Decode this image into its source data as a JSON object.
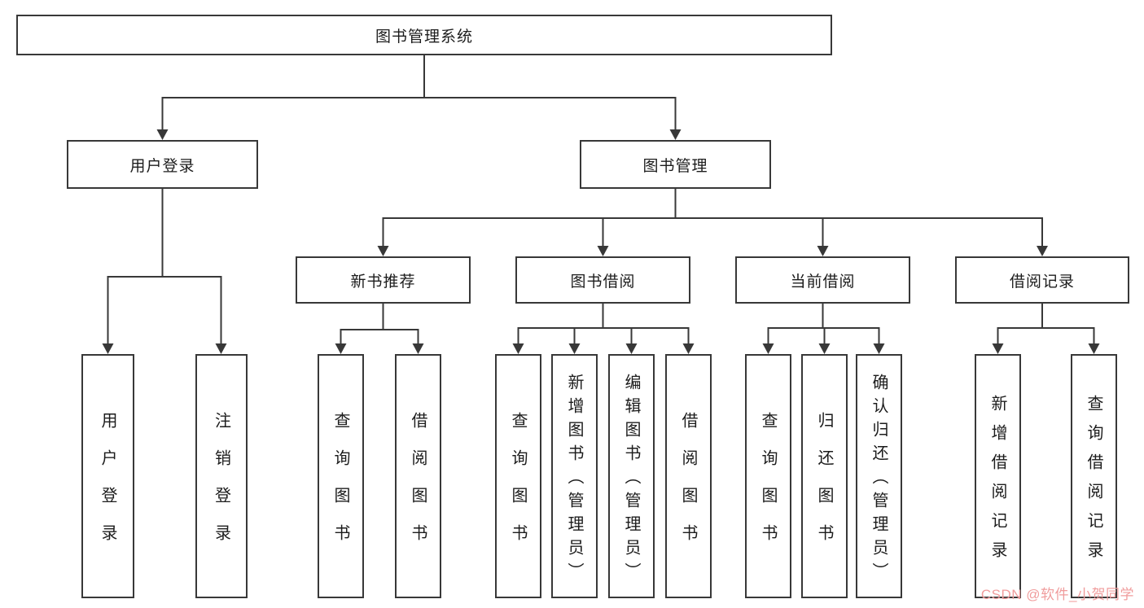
{
  "colors": {
    "line": "#383838",
    "box_border": "#383838",
    "box_fill": "#ffffff",
    "text": "#1c1c1c",
    "watermark": "#f09c9c"
  },
  "tree": {
    "label": "图书管理系统",
    "children": [
      {
        "label": "用户登录",
        "children": [
          {
            "label": "用户登录"
          },
          {
            "label": "注销登录"
          }
        ]
      },
      {
        "label": "图书管理",
        "children": [
          {
            "label": "新书推荐",
            "children": [
              {
                "label": "查询图书"
              },
              {
                "label": "借阅图书"
              }
            ]
          },
          {
            "label": "图书借阅",
            "children": [
              {
                "label": "查询图书"
              },
              {
                "label": "新增图书（管理员）"
              },
              {
                "label": "编辑图书（管理员）"
              },
              {
                "label": "借阅图书"
              }
            ]
          },
          {
            "label": "当前借阅",
            "children": [
              {
                "label": "查询图书"
              },
              {
                "label": "归还图书"
              },
              {
                "label": "确认归还（管理员）"
              }
            ]
          },
          {
            "label": "借阅记录",
            "children": [
              {
                "label": "新增借阅记录"
              },
              {
                "label": "查询借阅记录"
              }
            ]
          }
        ]
      }
    ]
  },
  "watermark": {
    "text": "CSDN @软件_小贺同学"
  }
}
